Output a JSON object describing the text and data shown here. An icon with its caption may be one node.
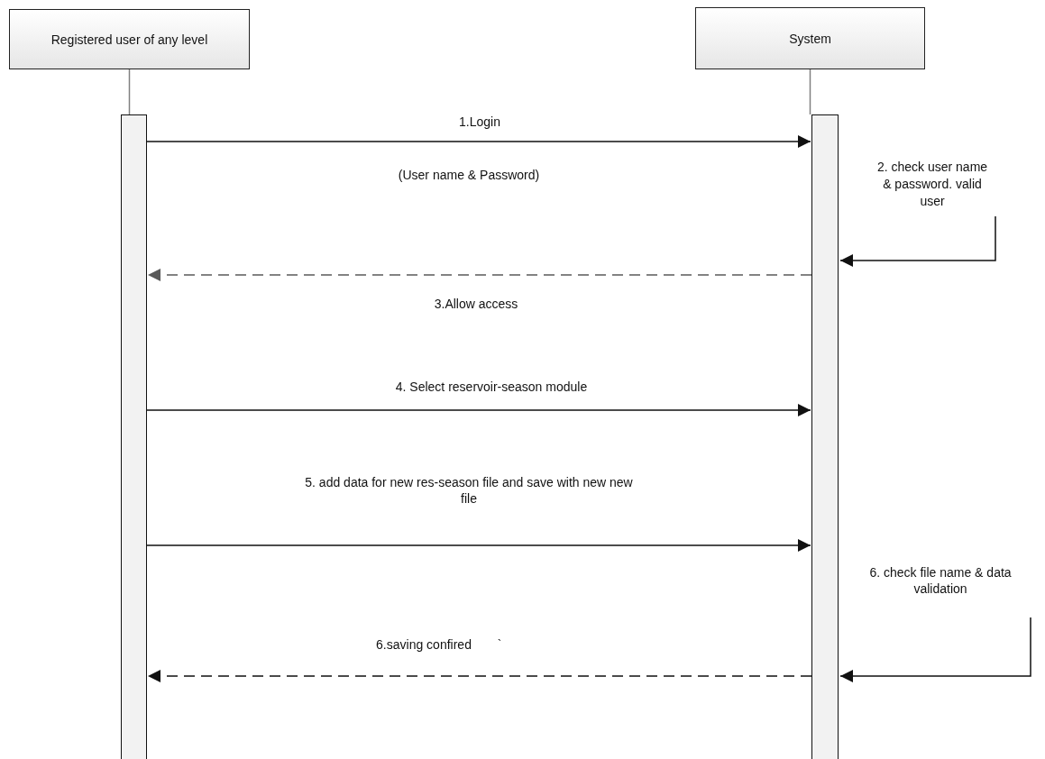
{
  "diagram": {
    "nodes": [
      {
        "text": [
          "Registered user of any level"
        ]
      },
      {
        "text": [
          "System"
        ]
      },
      {
        "text": [],
        "shape": "bar"
      },
      {
        "text": [],
        "shape": "bar"
      }
    ],
    "edges": [
      {
        "from": 0,
        "to": 2,
        "arrow": "none",
        "color": "#808080"
      },
      {
        "from": 1,
        "to": 3,
        "arrow": "none",
        "color": "#808080"
      },
      {
        "from": 2,
        "to": 3,
        "arrow": "to",
        "label": "1.Login"
      },
      {
        "from": null,
        "to": 3,
        "arrow": "to",
        "label": "2. check user name & password. valid user"
      },
      {
        "from": 3,
        "to": 2,
        "arrow": "to",
        "label": "3.Allow access",
        "style": "dashed",
        "color": "#595959"
      },
      {
        "from": 2,
        "to": 3,
        "arrow": "to",
        "label": "4. Select reservoir-season  module"
      },
      {
        "from": 2,
        "to": 3,
        "arrow": "to",
        "label": "5. add data for new res-season file and save with new new file"
      },
      {
        "from": null,
        "to": 3,
        "arrow": "to",
        "label": "6. check file name & data validation"
      },
      {
        "from": 3,
        "to": 2,
        "arrow": "to",
        "label": "6.saving confired",
        "style": "dashed"
      }
    ],
    "labels": [
      "(User name & Password)",
      "`"
    ]
  }
}
